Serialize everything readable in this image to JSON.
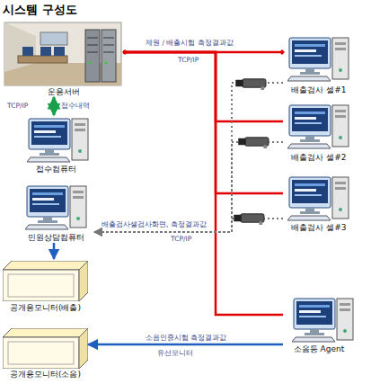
{
  "diagram": {
    "title": "시스템 구성도",
    "nodes": [
      {
        "text": [
          "운용서버"
        ]
      },
      {
        "text": [
          "배출검사 셀#1"
        ]
      },
      {
        "text": [
          "접수컴퓨터"
        ]
      },
      {
        "text": [
          "배출검사 셀#2"
        ]
      },
      {
        "text": [
          "민원상담컴퓨터"
        ]
      },
      {
        "text": [
          "배출검사 셀#3"
        ]
      },
      {
        "text": [
          "공개용모니터(배출)"
        ]
      },
      {
        "text": [
          "소음등 Agent"
        ]
      },
      {
        "text": [
          "공개용모니터(소음)"
        ]
      }
    ],
    "edges": [
      {
        "from": 0,
        "to": 1,
        "label": "제원 / 배출시험 측정결과값",
        "arrow": "none"
      },
      {
        "from": 0,
        "to": 3,
        "arrow": "none"
      },
      {
        "from": 0,
        "to": 5,
        "arrow": "none"
      },
      {
        "from": 0,
        "to": 7,
        "arrow": "none"
      },
      {
        "from": 0,
        "to": 2,
        "label": "접수내역",
        "arrow": "both"
      },
      {
        "from": 1,
        "to": 4,
        "label": "배출검사셀검사화면, 측정결과값",
        "arrow": "to"
      },
      {
        "from": 3,
        "to": 4,
        "arrow": "to"
      },
      {
        "from": 5,
        "to": 4,
        "arrow": "to"
      },
      {
        "from": 4,
        "to": 6,
        "arrow": "to"
      },
      {
        "from": 7,
        "to": 8,
        "label": "소음인증시험 측정결과값",
        "arrow": "to"
      }
    ],
    "labels": [
      "TCP/IP",
      "TCP/IP",
      "TCP/IP",
      "유선모니터"
    ]
  }
}
